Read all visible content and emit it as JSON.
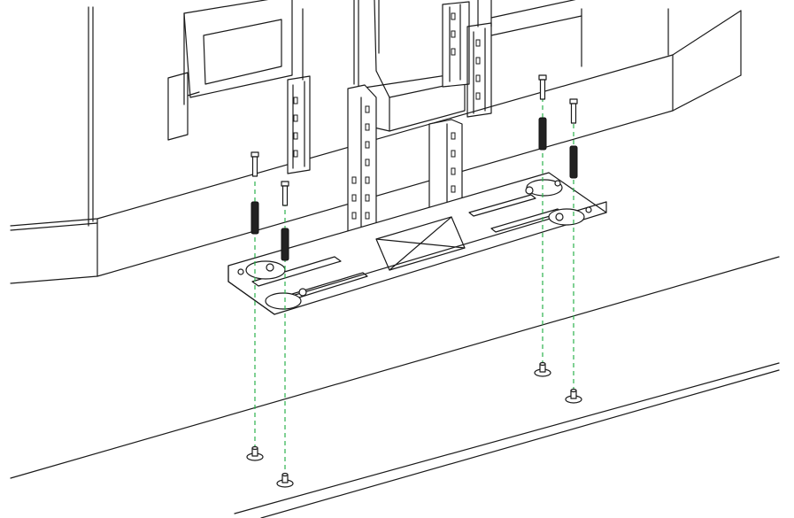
{
  "diagram": {
    "caption": "",
    "colors": {
      "line": "#1a1a1a",
      "guide": "#2bb24c",
      "background": "#ffffff",
      "part_fill": "#222222"
    },
    "parts": [
      {
        "name": "cabinet-body"
      },
      {
        "name": "lift-mechanism"
      },
      {
        "name": "base-mounting-plate"
      },
      {
        "name": "mounting-bolt",
        "count": 4
      },
      {
        "name": "threaded-spacer",
        "count": 4
      },
      {
        "name": "floor-anchor-insert",
        "count": 4
      },
      {
        "name": "alignment-guide-line",
        "count": 4
      }
    ]
  }
}
